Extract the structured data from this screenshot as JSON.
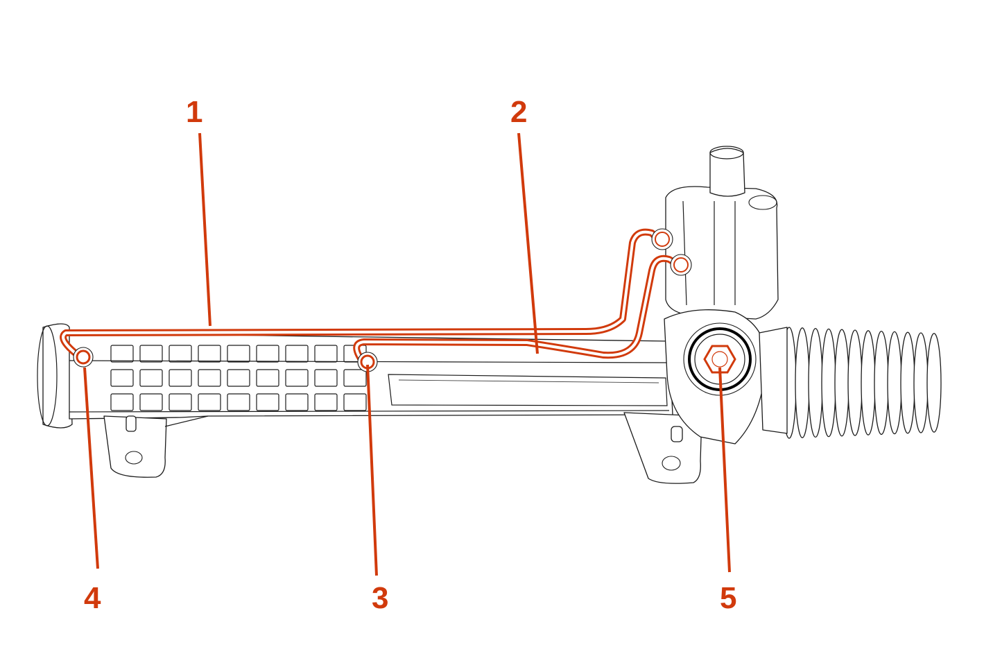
{
  "diagram": {
    "accent_color": "#d13a0c",
    "callouts": [
      {
        "id": "1",
        "label": "1"
      },
      {
        "id": "2",
        "label": "2"
      },
      {
        "id": "3",
        "label": "3"
      },
      {
        "id": "4",
        "label": "4"
      },
      {
        "id": "5",
        "label": "5"
      }
    ]
  }
}
